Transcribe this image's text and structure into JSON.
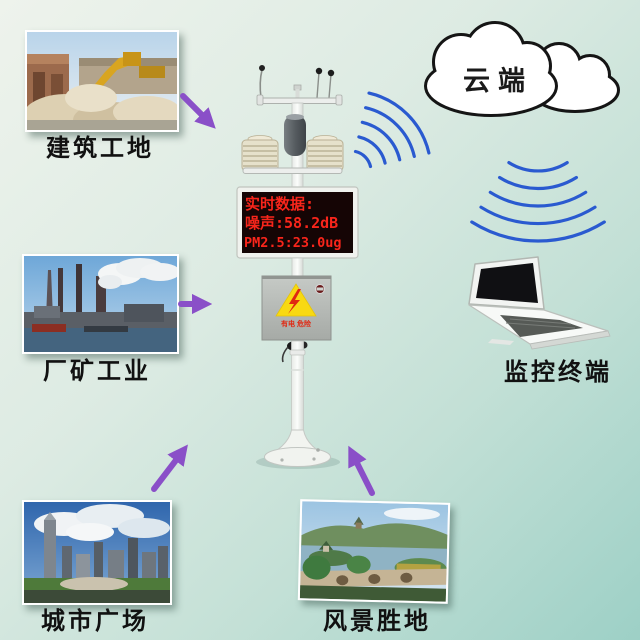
{
  "scenes": [
    {
      "id": "construction-site",
      "label": "建筑工地"
    },
    {
      "id": "industry",
      "label": "厂矿工业"
    },
    {
      "id": "city-plaza",
      "label": "城市广场"
    },
    {
      "id": "scenic-spot",
      "label": "风景胜地"
    }
  ],
  "station": {
    "display_lines": [
      "实时数据:",
      "噪声:58.2dB",
      "PM2.5:23.0ug"
    ],
    "warning_text": "有电 危险"
  },
  "cloud": {
    "label": "云端"
  },
  "terminal": {
    "label": "监控终端"
  },
  "colors": {
    "arrow": "#8a4fc8",
    "wifi": "#2a5ad0",
    "led_text": "#f8251b",
    "led_screen": "#150505",
    "warning_yellow": "#f8d912",
    "warning_red": "#e02812"
  }
}
